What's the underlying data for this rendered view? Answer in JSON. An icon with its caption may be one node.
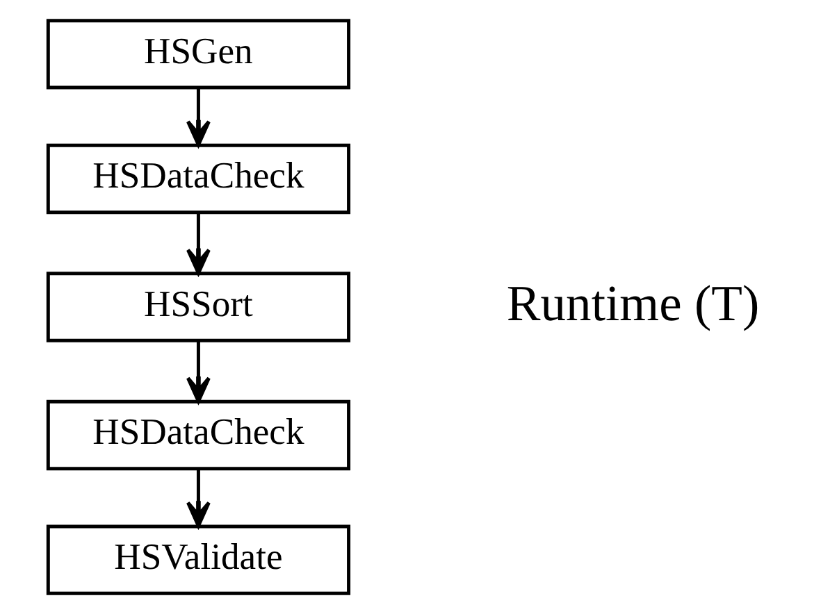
{
  "diagram": {
    "nodes": [
      {
        "text": [
          "HSGen"
        ]
      },
      {
        "text": [
          "HSDataCheck"
        ]
      },
      {
        "text": [
          "HSSort"
        ]
      },
      {
        "text": [
          "HSDataCheck"
        ]
      },
      {
        "text": [
          "HSValidate"
        ]
      }
    ],
    "edges": [
      {
        "from": 0,
        "to": 1,
        "arrow": "to"
      },
      {
        "from": 1,
        "to": 2,
        "arrow": "to"
      },
      {
        "from": 2,
        "to": 3,
        "arrow": "to"
      },
      {
        "from": 3,
        "to": 4,
        "arrow": "to"
      }
    ],
    "labels": [
      "Runtime (T)"
    ]
  }
}
